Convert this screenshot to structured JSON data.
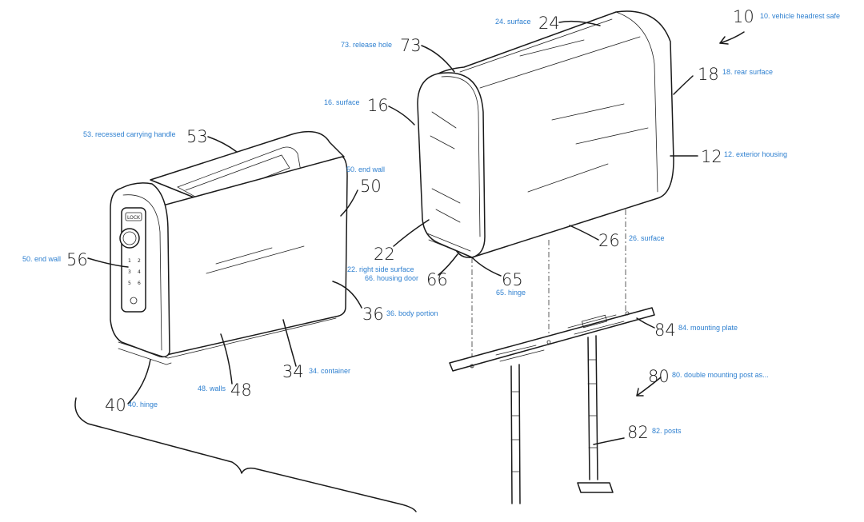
{
  "labels": {
    "l10": {
      "num": "10",
      "caption": "10. vehicle headrest safe"
    },
    "l24": {
      "num": "24",
      "caption": "24. surface"
    },
    "l73": {
      "num": "73",
      "caption": "73. release hole"
    },
    "l18": {
      "num": "18",
      "caption": "18. rear surface"
    },
    "l16": {
      "num": "16",
      "caption": "16. surface"
    },
    "l12": {
      "num": "12",
      "caption": "12. exterior housing"
    },
    "l53": {
      "num": "53",
      "caption": "53. recessed carrying handle"
    },
    "l50a": {
      "num": "50",
      "caption": "50. end wall"
    },
    "l56": {
      "num": "56",
      "caption": "50. end wall"
    },
    "l22": {
      "num": "22",
      "caption": "22. right side surface"
    },
    "l66": {
      "num": "66",
      "caption": "66. housing door"
    },
    "l65": {
      "num": "65",
      "caption": "65. hinge"
    },
    "l26": {
      "num": "26",
      "caption": "26. surface"
    },
    "l36": {
      "num": "36",
      "caption": "36. body portion"
    },
    "l84": {
      "num": "84",
      "caption": "84. mounting plate"
    },
    "l80": {
      "num": "80",
      "caption": "80. double mounting post as..."
    },
    "l34": {
      "num": "34",
      "caption": "34. container"
    },
    "l48": {
      "num": "48",
      "caption": "48. walls"
    },
    "l40": {
      "num": "40",
      "caption": "40. hinge"
    },
    "l82": {
      "num": "82",
      "caption": "82. posts"
    }
  },
  "keypad": {
    "top_button": "LOCK",
    "keys": [
      "1",
      "2",
      "3",
      "4",
      "5",
      "6"
    ]
  }
}
